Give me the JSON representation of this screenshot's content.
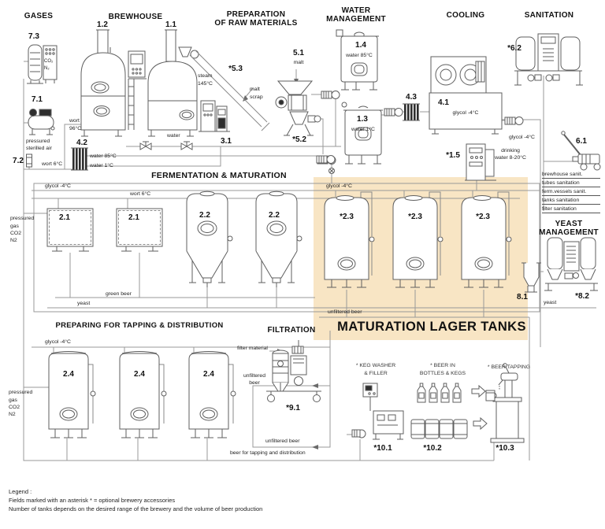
{
  "colors": {
    "background": "#ffffff",
    "highlight": "#f8e5c4",
    "pipe": "#8a8a8a",
    "vessel": "#5f5f5f",
    "text": "#1f1f1f"
  },
  "section_titles": {
    "gases": "GASES",
    "brewhouse": "BREWHOUSE",
    "raw_materials_1": "PREPARATION",
    "raw_materials_2": "OF RAW MATERIALS",
    "water_management_1": "WATER",
    "water_management_2": "MANAGEMENT",
    "cooling": "COOLING",
    "sanitation": "SANITATION",
    "fermentation": "FERMENTATION & MATURATION",
    "maturation_banner": "MATURATION LAGER TANKS",
    "tapping": "PREPARING FOR TAPPING & DISTRIBUTION",
    "filtration": "FILTRATION",
    "yeast_management_1": "YEAST",
    "yeast_management_2": "MANAGEMENT",
    "keg_washer_1": "* KEG WASHER",
    "keg_washer_2": "& FILLER",
    "bottles_1": "* BEER IN",
    "bottles_2": "BOTTLES & KEGS",
    "beer_tapping": "* BEER TAPPING"
  },
  "tags": {
    "gas_station": "7.3",
    "air_compressor": "7.1",
    "air_filter": "7.2",
    "kettle_left": "1.2",
    "kettle_right": "1.1",
    "wort_cooler": "4.2",
    "control_cabinet": "3.1",
    "malt_hopper": "5.1",
    "malt_mill": "*5.2",
    "malt_conveyor": "*5.3",
    "hot_water_tank": "1.4",
    "cold_water_tank": "1.3",
    "glycol_exchanger": "4.3",
    "cooling_unit": "4.1",
    "water_treatment": "*1.5",
    "cip_station": "*6.2",
    "sanitation_trolley": "6.1",
    "open_fermenter": "2.1",
    "cct_fermenter": "2.2",
    "lager_tank": "*2.3",
    "service_tank": "2.4",
    "yeast_collector": "8.1",
    "yeast_storage": "*8.2",
    "beer_filter": "*9.1",
    "keg_washer": "*10.1",
    "packaging": "*10.2",
    "tapping_equipment": "*10.3"
  },
  "labels": {
    "wort_hot_1": "wort",
    "wort_hot_2": "96°C",
    "water_valves": "water",
    "pressured_air_1": "pressured",
    "pressured_air_2": "sterilled air",
    "wort_cold": "wort 6°C",
    "water_85": "water 85°C",
    "water_1": "water 1°C",
    "steam_1": "steam",
    "steam_2": "145°C",
    "malt_scrap_1": "malt",
    "malt_scrap_2": "scrap",
    "malt": "malt",
    "glycol": "glycol -4°C",
    "drinking_1": "drinking",
    "drinking_2": "water 8-20°C",
    "green_beer": "green beer",
    "yeast": "yeast",
    "unfiltered_beer": "unfiltered beer",
    "unfiltered_1": "unfiltered",
    "unfiltered_2": "beer",
    "filter_material": "filter material",
    "beer_tapping_line": "beer for tapping and distribution",
    "co2": "CO₂",
    "n2": "N₂"
  },
  "gas_feed": [
    "pressured",
    "gas",
    "CO2",
    "N2"
  ],
  "sanitation_list": [
    "brewhouse sanit.",
    "tubes sanitation",
    "ferm.vessels sanit.",
    "tanks sanitation",
    "filter sanitation"
  ],
  "legend": {
    "heading": "Legend :",
    "line1": "Fields marked with an asterisk * = optional brewery accessories",
    "line2": "Number of tanks depends on the desired range of the brewery and the volume of beer production"
  }
}
